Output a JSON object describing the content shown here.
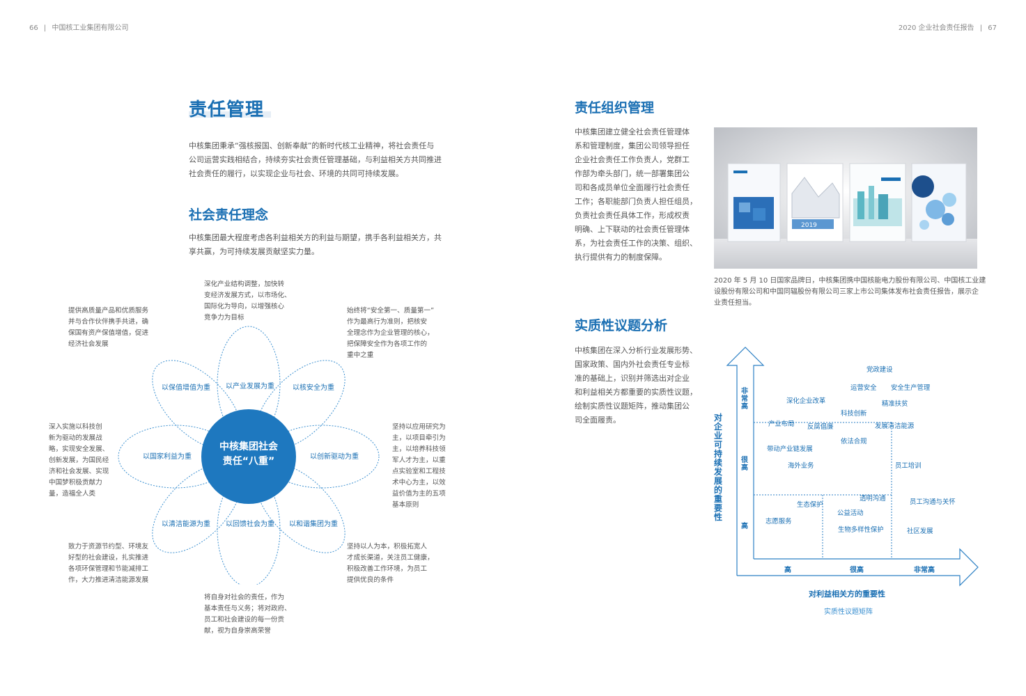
{
  "header": {
    "left_page": "66",
    "left_sep": "|",
    "left_title": "中国核工业集团有限公司",
    "right_title": "2020 企业社会责任报告",
    "right_sep": "|",
    "right_page": "67"
  },
  "responsibility_management": {
    "title": "责任管理",
    "lines": [
      "中核集团秉承“强核报国、创新奉献”的新时代核工业精神，将社会责任与",
      "公司运营实践相结合，持续夯实社会责任管理基础，与利益相关方共同推进",
      "社会责任的履行，以实现企业与社会、环境的共同可持续发展。"
    ]
  },
  "concept": {
    "title": "社会责任理念",
    "lines": [
      "中核集团最大程度考虑各利益相关方的利益与期望，携手各利益相关方，共",
      "享共赢，为可持续发展贡献坚实力量。"
    ]
  },
  "flower": {
    "center_lines": [
      "中核集团社会",
      "责任“八重”"
    ],
    "petals": [
      "以产业发展为重",
      "以核安全为重",
      "以创新驱动为重",
      "以和谐集团为重",
      "以回馈社会为重",
      "以清洁能源为重",
      "以国家利益为重",
      "以保值增值为重"
    ],
    "notes": [
      {
        "lines": [
          "深化产业结构调整，加快转",
          "变经济发展方式，以市场化、",
          "国际化为导向，以增强核心",
          "竞争力为目标"
        ]
      },
      {
        "lines": [
          "始终将“安全第一、质量第一”",
          "作为最高行为准则，把核安",
          "全理念作为企业管理的核心，",
          "把保障安全作为各项工作的",
          "重中之重"
        ]
      },
      {
        "lines": [
          "坚持以应用研究为",
          "主，以项目牵引为",
          "主，以培养科技领",
          "军人才为主，以重",
          "点实验室和工程技",
          "术中心为主，以效",
          "益价值为主的五项",
          "基本原则"
        ]
      },
      {
        "lines": [
          "坚持以人为本，积极拓宽人",
          "才成长渠道，关注员工健康，",
          "积极改善工作环境，为员工",
          "提供优良的条件"
        ]
      },
      {
        "lines": [
          "将自身对社会的责任，作为",
          "基本责任与义务；将对政府、",
          "员工和社会建设的每一份贡",
          "献，视为自身崇高荣誉"
        ]
      },
      {
        "lines": [
          "致力于资源节约型、环境友",
          "好型的社会建设，扎实推进",
          "各项环保管理和节能减排工",
          "作，大力推进清洁能源发展"
        ]
      },
      {
        "lines": [
          "深入实施以科技创",
          "新为驱动的发展战",
          "略，实现安全发展、",
          "创新发展，为国民经",
          "济和社会发展、实现",
          "中国梦积极贡献力",
          "量，造福全人类"
        ]
      },
      {
        "lines": [
          "提供高质量产品和优质服务",
          "并与合作伙伴携手共进，确",
          "保国有资产保值增值，促进",
          "经济社会发展"
        ]
      }
    ]
  },
  "organization": {
    "title": "责任组织管理",
    "lines": [
      "中核集团建立健全社会责任管理体",
      "系和管理制度，集团公司领导担任",
      "企业社会责任工作负责人，党群工",
      "作部为牵头部门，统一部署集团公",
      "司和各成员单位全面履行社会责任",
      "工作；各职能部门负责人担任组员，",
      "负责社会责任具体工作，形成权责",
      "明确、上下联动的社会责任管理体",
      "系，为社会责任工作的决策、组织、",
      "执行提供有力的制度保障。"
    ],
    "photo_caption": [
      "2020 年 5 月 10 日国家品牌日，中核集团携中国核能电力股份有限公司、中国核工业建",
      "设股份有限公司和中国同辐股份有限公司三家上市公司集体发布社会责任报告，展示企",
      "业责任担当。"
    ],
    "photo_book_year": "2019"
  },
  "materiality": {
    "title": "实质性议题分析",
    "lines": [
      "中核集团在深入分析行业发展形势、",
      "国家政策、国内外社会责任专业标",
      "准的基础上，识别并筛选出对企业",
      "和利益相关方都重要的实质性议题，",
      "绘制实质性议题矩阵，推动集团公",
      "司全面履责。"
    ]
  },
  "matrix": {
    "y_axis_title": "对企业可持续发展的重要性",
    "x_axis_title": "对利益相关方的重要性",
    "caption": "实质性议题矩阵",
    "y_levels": [
      "非常高",
      "很高",
      "高"
    ],
    "x_levels": [
      "高",
      "很高",
      "非常高"
    ],
    "topics": [
      "党政建设",
      "运营安全",
      "安全生产管理",
      "深化企业改革",
      "精准扶贫",
      "科技创新",
      "产业布局",
      "反腐倡廉",
      "发展清洁能源",
      "依法合规",
      "带动产业链发展",
      "海外业务",
      "员工培训",
      "透明沟通",
      "生态保护",
      "员工沟通与关怀",
      "公益活动",
      "志愿服务",
      "生物多样性保护",
      "社区发展"
    ]
  }
}
